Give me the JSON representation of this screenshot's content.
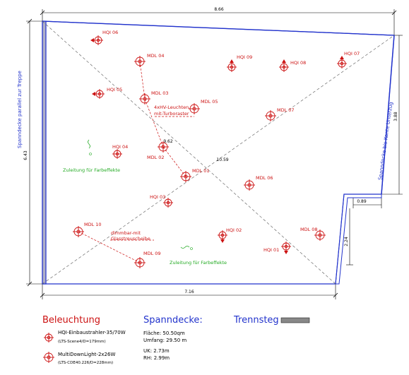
{
  "dimensions": {
    "top": "8.66",
    "left": "6.43",
    "bottom": "7.16",
    "right": "3.88",
    "notch_width": "0.89",
    "notch_depth": "2.24",
    "diag1": "9.62",
    "diag2": "10.59"
  },
  "side_labels": {
    "left": "Spanndecke parallel zur Treppe",
    "right": "Spanndecke bis Kante Unterzug"
  },
  "fixtures": [
    {
      "type": "hqi",
      "label": "HQI 06"
    },
    {
      "type": "mdl",
      "label": "MDL 04"
    },
    {
      "type": "hqi",
      "label": "HQI 09"
    },
    {
      "type": "hqi",
      "label": "HQI 08"
    },
    {
      "type": "hqi",
      "label": "HQI 07"
    },
    {
      "type": "hqi",
      "label": "HQI 05"
    },
    {
      "type": "mdl",
      "label": "MDL 03"
    },
    {
      "type": "mdl",
      "label": "MDL 05"
    },
    {
      "type": "mdl",
      "label": "MDL 07"
    },
    {
      "type": "hqi",
      "label": "HQI 04"
    },
    {
      "type": "mdl",
      "label": "MDL 02"
    },
    {
      "type": "mdl",
      "label": "MDL 01"
    },
    {
      "type": "mdl",
      "label": "MDL 06"
    },
    {
      "type": "hqi",
      "label": "HQI 03"
    },
    {
      "type": "mdl",
      "label": "MDL 10"
    },
    {
      "type": "hqi",
      "label": "HQI 02"
    },
    {
      "type": "mdl",
      "label": "MDL 08"
    },
    {
      "type": "hqi",
      "label": "HQI 01"
    },
    {
      "type": "mdl",
      "label": "MDL 09"
    }
  ],
  "annotations": {
    "hv_line1": "4xHV-Leuchten",
    "hv_line2": "mit-Turboraster",
    "dimm_line1": "dimmbar-mit",
    "dimm_line2": "Glasstreuscheibe",
    "feed1": "Zuleitung für Farbeffekte",
    "feed2": "Zuleitung für Farbeffekte"
  },
  "legend": {
    "beleuchtung_title": "Beleuchtung",
    "hqi_name": "HQI-Einbaustrahler-35/70W",
    "hqi_spec": "(LTS-Scene4/D=179mm)",
    "mdl_name": "MultiDownLight-2x26W",
    "mdl_spec": "(LTS-CDE40.226/D=228mm)",
    "spanndecke_title": "Spanndecke:",
    "flaeche": "Fläche:   50.50qm",
    "umfang": "Umfang:  29.50 m",
    "uk": "UK:  2.73m",
    "rh": "RH:  2.99m",
    "trennsteg_title": "Trennsteg"
  },
  "colors": {
    "fixture": "#cc1111",
    "spanndecke": "#2233cc",
    "feed": "#22aa22"
  }
}
